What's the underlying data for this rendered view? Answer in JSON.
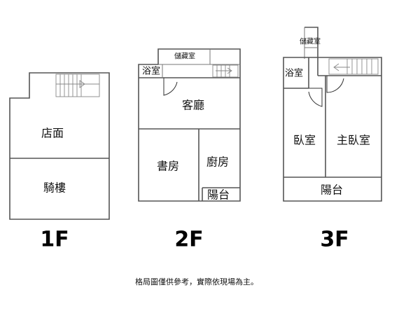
{
  "floors": {
    "f1": {
      "label": "1F",
      "rooms": {
        "shop": "店面",
        "arcade": "騎樓"
      }
    },
    "f2": {
      "label": "2F",
      "rooms": {
        "storage": "儲藏室",
        "bath": "浴室",
        "living": "客廳",
        "study": "書房",
        "kitchen": "廚房",
        "balcony": "陽台"
      }
    },
    "f3": {
      "label": "3F",
      "rooms": {
        "storage": "儲藏室",
        "bath": "浴室",
        "bedroom": "臥室",
        "master": "主臥室",
        "balcony": "陽台"
      }
    }
  },
  "disclaimer": "格局圖僅供參考，實際依現場為主。"
}
